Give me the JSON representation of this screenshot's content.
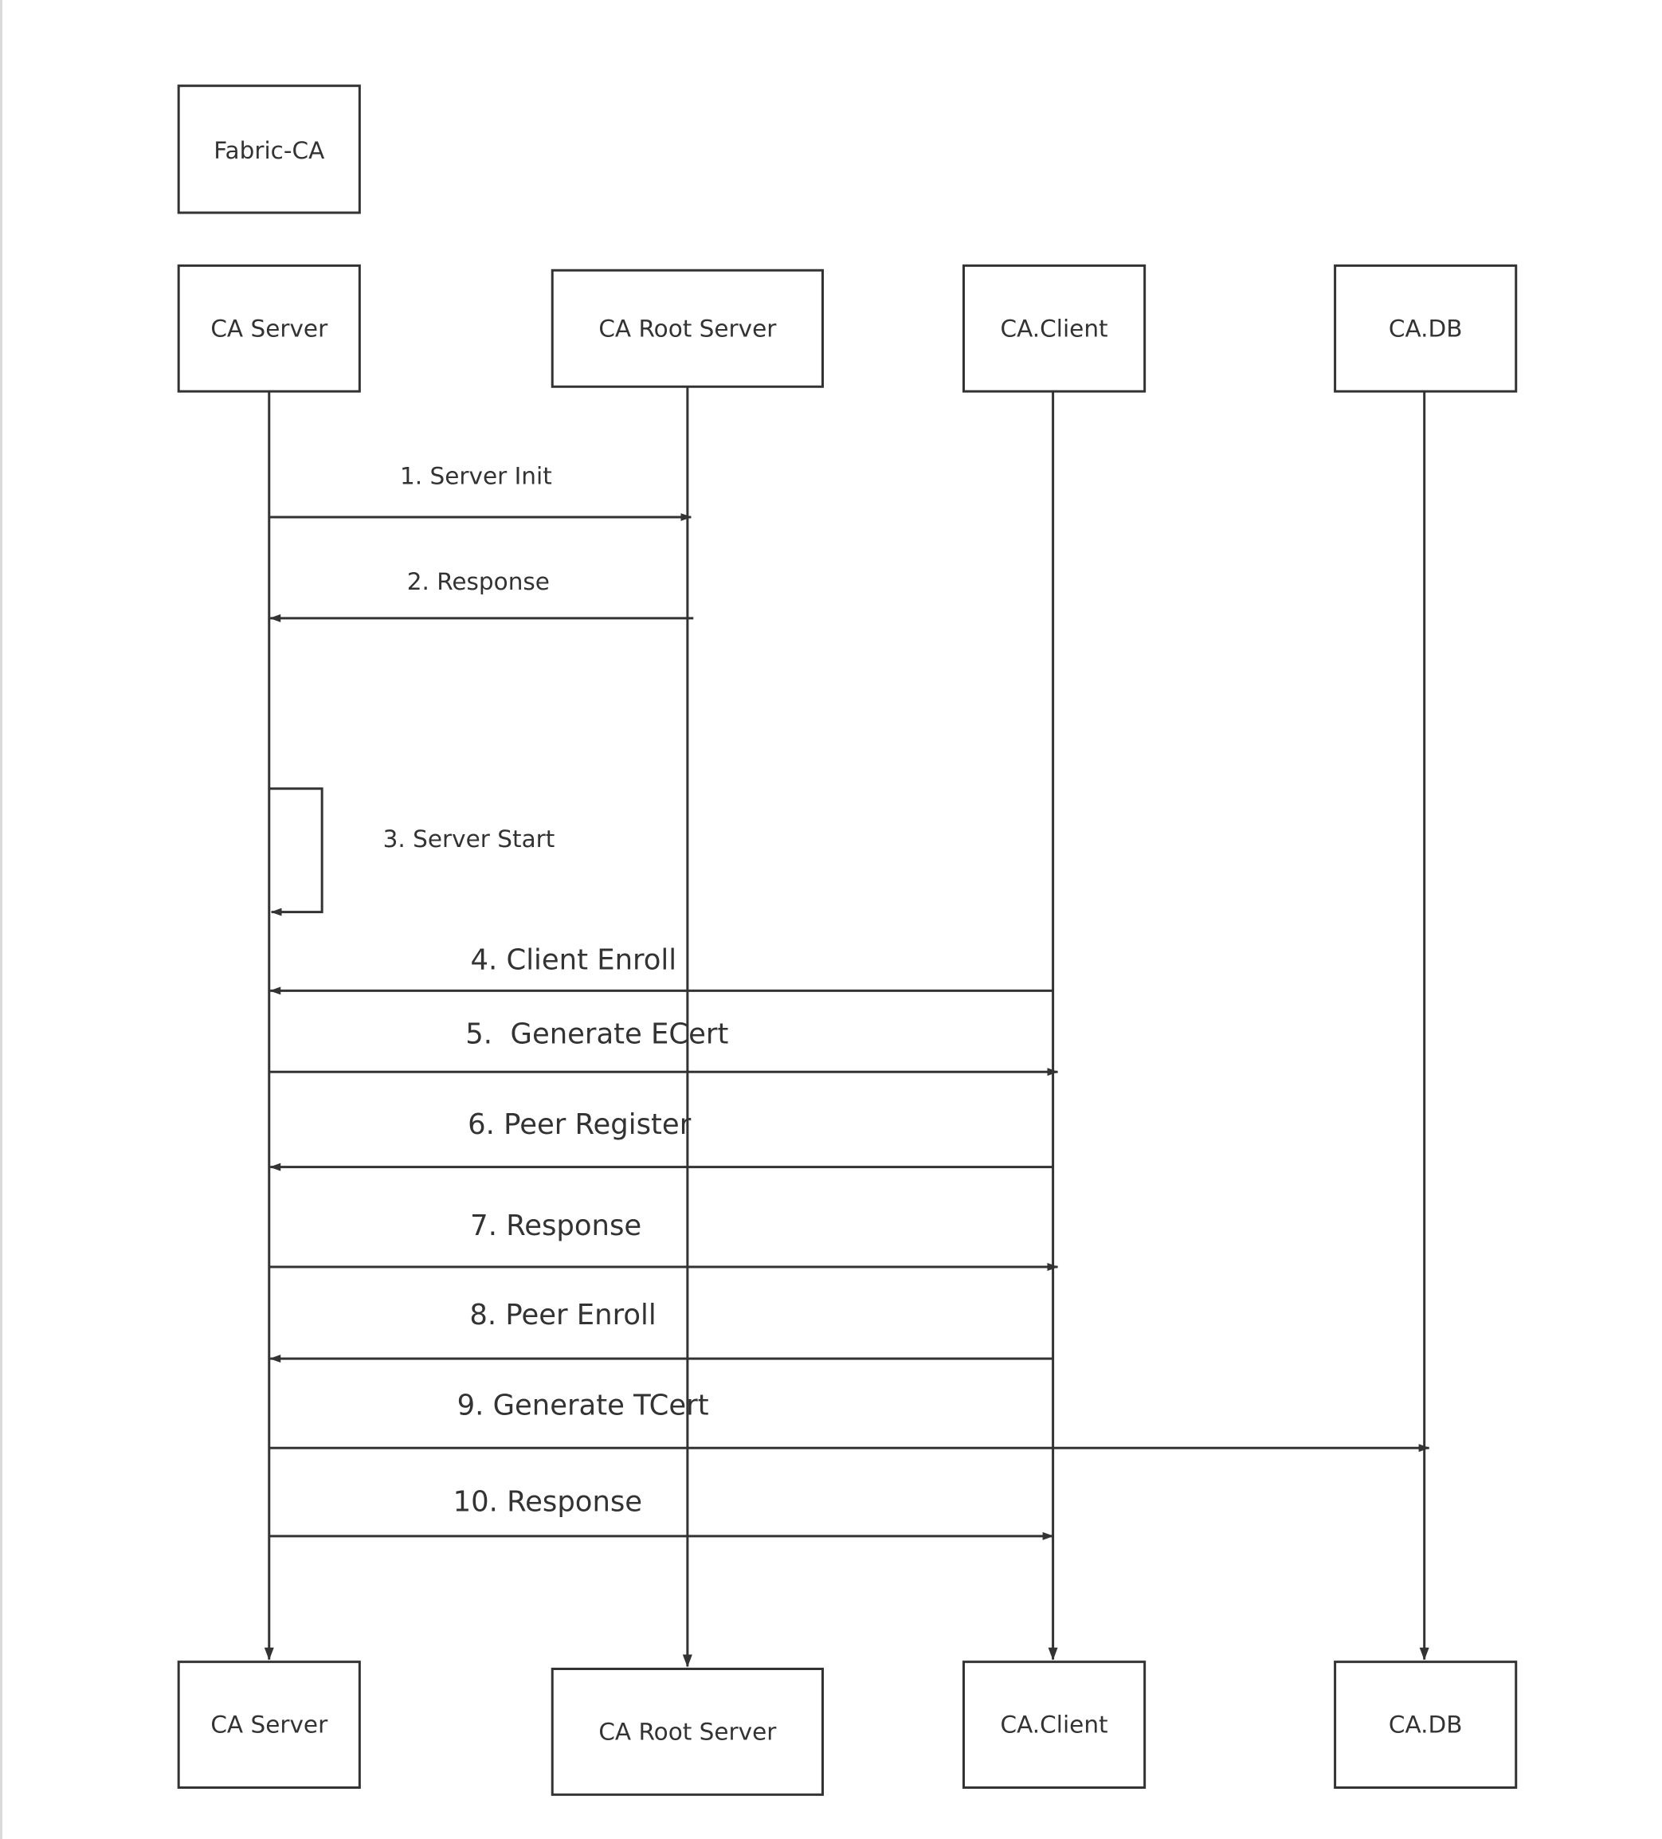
{
  "diagram": {
    "type": "sequence-diagram",
    "colors": {
      "stroke": "#333333",
      "text": "#333333",
      "background": "#ffffff"
    },
    "header_box": "Fabric-CA",
    "participants": [
      {
        "id": "server",
        "label": "CA Server"
      },
      {
        "id": "root",
        "label": "CA Root Server"
      },
      {
        "id": "client",
        "label": "CA.Client"
      },
      {
        "id": "db",
        "label": "CA.DB"
      }
    ],
    "messages": [
      {
        "from": "server",
        "to": "root",
        "label": "1. Server Init"
      },
      {
        "from": "root",
        "to": "server",
        "label": "2. Response"
      },
      {
        "from": "server",
        "to": "server",
        "label": "3. Server Start"
      },
      {
        "from": "client",
        "to": "server",
        "label": "4. Client Enroll"
      },
      {
        "from": "server",
        "to": "client",
        "label": "5.  Generate ECert"
      },
      {
        "from": "client",
        "to": "server",
        "label": "6. Peer Register"
      },
      {
        "from": "server",
        "to": "client",
        "label": "7. Response"
      },
      {
        "from": "client",
        "to": "server",
        "label": "8. Peer Enroll"
      },
      {
        "from": "server",
        "to": "db",
        "label": "9. Generate TCert"
      },
      {
        "from": "server",
        "to": "client",
        "label": "10. Response"
      }
    ]
  }
}
